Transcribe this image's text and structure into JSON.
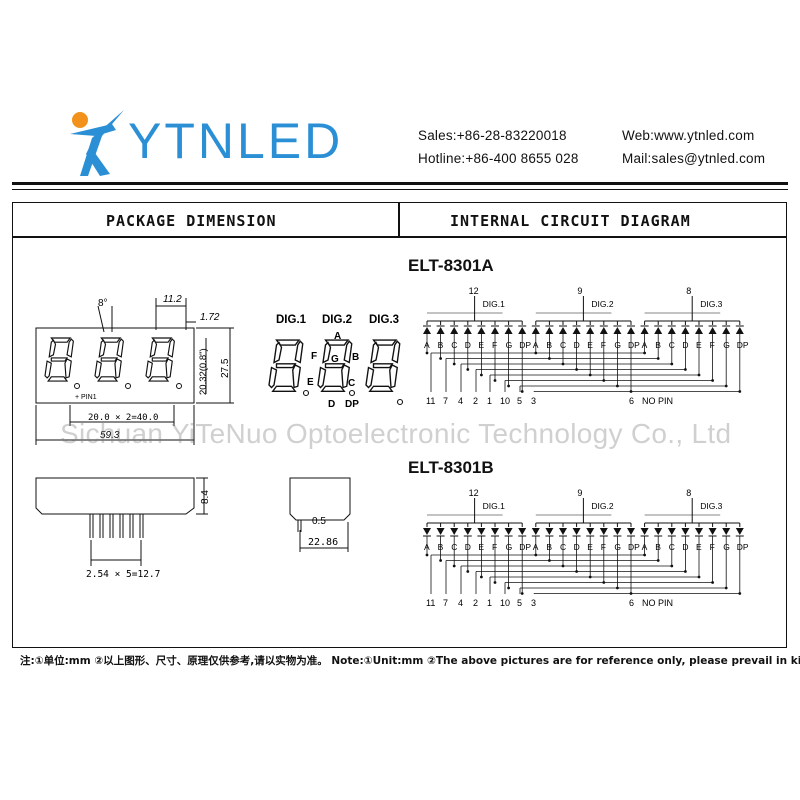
{
  "brand": {
    "name": "YTNLED",
    "logo_color": "#2b8fd6",
    "accent_color": "#f2911b"
  },
  "contact": {
    "sales": "Sales:+86-28-83220018",
    "web": "Web:www.ytnled.com",
    "hotline": "Hotline:+86-400 8655 028",
    "mail": "Mail:sales@ytnled.com"
  },
  "sections": {
    "package_title": "PACKAGE DIMENSION",
    "circuit_title": "INTERNAL CIRCUIT DIAGRAM"
  },
  "dimensions": {
    "digit_angle": "8°",
    "digit_width": "11.2",
    "segment_width": "1.72",
    "digit_height": "20.32(0.8\")",
    "total_height": "27.5",
    "pin1": "+ PIN1",
    "digit_pitch": "20.0 × 2=40.0",
    "total_width": "59.3",
    "side_height": "8.4",
    "pin_pitch": "2.54 × 5=12.7",
    "pin_diameter": "0.5",
    "side_width": "22.86"
  },
  "display_labels": {
    "dig1": "DIG.1",
    "dig2": "DIG.2",
    "dig3": "DIG.3",
    "seg_a": "A",
    "seg_b": "B",
    "seg_c": "C",
    "seg_d": "D",
    "seg_e": "E",
    "seg_f": "F",
    "seg_g": "G",
    "seg_dp": "DP"
  },
  "circuits": [
    {
      "part": "ELT-8301A",
      "orientation": "up",
      "common_pins": [
        "12",
        "9",
        "8"
      ],
      "digit_labels": [
        "DIG.1",
        "DIG.2",
        "DIG.3"
      ],
      "segments": [
        "A",
        "B",
        "C",
        "D",
        "E",
        "F",
        "G",
        "DP"
      ],
      "bottom_pins": [
        "11",
        "7",
        "4",
        "2",
        "1",
        "10",
        "5",
        "3"
      ],
      "no_pin_number": "6",
      "no_pin_label": "NO PIN"
    },
    {
      "part": "ELT-8301B",
      "orientation": "down",
      "common_pins": [
        "12",
        "9",
        "8"
      ],
      "digit_labels": [
        "DIG.1",
        "DIG.2",
        "DIG.3"
      ],
      "segments": [
        "A",
        "B",
        "C",
        "D",
        "E",
        "F",
        "G",
        "DP"
      ],
      "bottom_pins": [
        "11",
        "7",
        "4",
        "2",
        "1",
        "10",
        "5",
        "3"
      ],
      "no_pin_number": "6",
      "no_pin_label": "NO PIN"
    }
  ],
  "watermark": "Sichuan YiTeNuo Optoelectronic Technology Co., Ltd",
  "note": "注:①单位:mm ②以上图形、尺寸、原理仅供参考,请以实物为准。 Note:①Unit:mm ②The above pictures are for reference only, please prevail in kind."
}
